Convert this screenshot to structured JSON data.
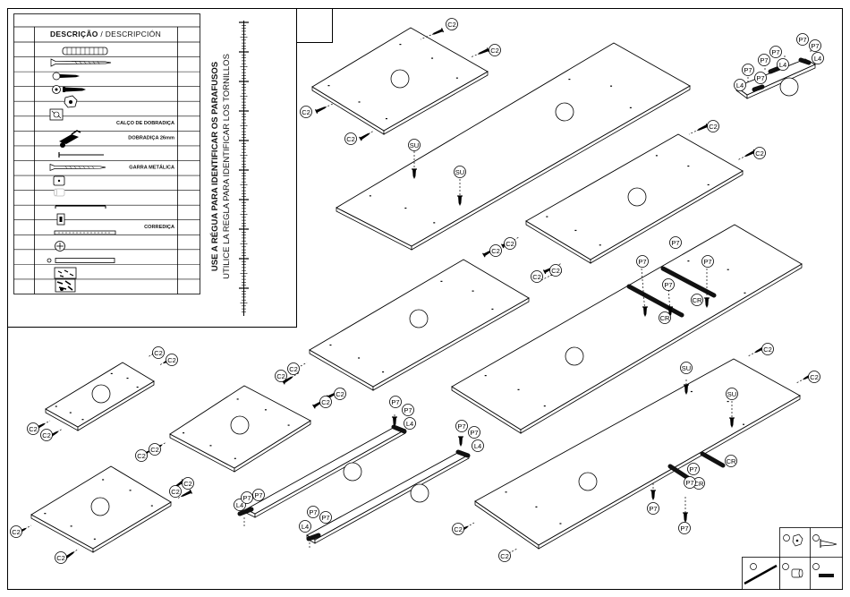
{
  "parts_table": {
    "header_pt": "DESCRIÇÃO",
    "header_sep": " / ",
    "header_es": "DESCRIPCIÓN",
    "rows": [
      {
        "icon": "dowel-icon",
        "label": ""
      },
      {
        "icon": "long-screw-icon",
        "label": ""
      },
      {
        "icon": "screw-icon",
        "label": ""
      },
      {
        "icon": "cam-lock-screw-icon",
        "label": ""
      },
      {
        "icon": "cam-lock-icon",
        "label": ""
      },
      {
        "icon": "hinge-plate-icon",
        "label": "CALÇO DE DOBRADIÇA"
      },
      {
        "icon": "hinge-icon",
        "label": "DOBRADIÇA 26mm"
      },
      {
        "icon": "nail-icon",
        "label": ""
      },
      {
        "icon": "metal-claw-screw-icon",
        "label": "GARRA METÁLICA"
      },
      {
        "icon": "handle-knob-icon",
        "label": ""
      },
      {
        "icon": "cylinder-icon",
        "label": ""
      },
      {
        "icon": "handle-bar-icon",
        "label": ""
      },
      {
        "icon": "drawer-slide-icon",
        "label": "CORREDIÇA"
      },
      {
        "icon": "round-connector-icon",
        "label": ""
      },
      {
        "icon": "rod-icon",
        "label": ""
      },
      {
        "icon": "accessory-bag-icon",
        "label": ""
      },
      {
        "icon": "parts-bag-icon",
        "label": ""
      }
    ]
  },
  "ruler": {
    "line1": "USE A RÉGUA PARA IDENTIFICAR OS PARAFUSOS",
    "line2": "UTILICE LA REGLA PARA IDENTIFICAR LOS TORNILLOS"
  },
  "labels": {
    "c2": "C2",
    "su": "SU",
    "p7": "P7",
    "l4": "L4",
    "cr": "CR"
  },
  "legend_box": {
    "icons": [
      "cam-lock-icon",
      "screw-icon",
      "rod-icon",
      "cylinder-icon",
      "bar-icon"
    ]
  },
  "colors": {
    "line": "#000000",
    "panel_fill": "#ffffff",
    "bar_fill": "#111111"
  }
}
